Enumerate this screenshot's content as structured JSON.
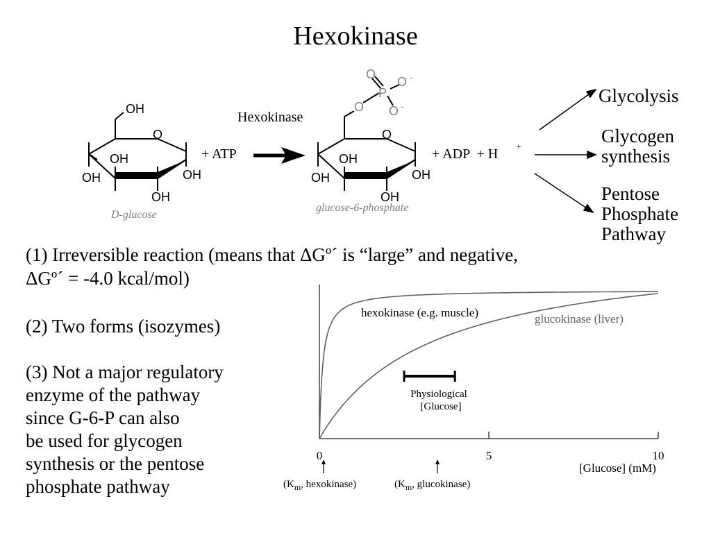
{
  "title": "Hexokinase",
  "reaction": {
    "enzyme": "Hexokinase",
    "reactant": {
      "name": "D-glucose",
      "ch2oh": "OH",
      "ring_o": "O",
      "oh_left": "OH",
      "oh_inner": "OH",
      "oh_bottom": "OH",
      "oh_right": "OH"
    },
    "cosubstrate": "+ ATP",
    "product": {
      "name": "glucose-6-phosphate",
      "ring_o": "O",
      "oh_left": "OH",
      "oh_inner": "OH",
      "oh_bottom": "OH",
      "oh_right": "OH",
      "phosphate": {
        "ester_o": "O",
        "p": "P",
        "o_top": "O",
        "o_right": "O",
        "o_bottom": "O",
        "minus_right": "-",
        "minus_bottom": "-"
      }
    },
    "byproducts": "+ ADP  + H",
    "h_charge": "+"
  },
  "fates": [
    "Glycolysis",
    "Glycogen synthesis",
    "Pentose Phosphate Pathway"
  ],
  "fate_lines": [
    [
      "Glycolysis"
    ],
    [
      "Glycogen",
      "synthesis"
    ],
    [
      "Pentose",
      "Phosphate",
      "Pathway"
    ]
  ],
  "points": {
    "p1_line1": "(1)  Irreversible reaction (means that ΔGº´ is “large” and negative,",
    "p1_line2": "ΔGº´ = -4.0 kcal/mol)",
    "p2": "(2) Two forms (isozymes)",
    "p3_lines": [
      "(3) Not a major regulatory",
      "enzyme of the pathway",
      "since G-6-P can also",
      "be used for glycogen",
      "synthesis or the pentose",
      "phosphate pathway"
    ]
  },
  "chart_data": {
    "type": "line",
    "xlabel": "[Glucose] (mM)",
    "ylabel": "",
    "xlim": [
      0,
      10
    ],
    "x_ticks": [
      "0",
      "5",
      "10"
    ],
    "series": [
      {
        "name": "hexokinase (e.g. muscle)",
        "km": 0.1,
        "vmax": 1.0
      },
      {
        "name": "glucokinase (liver)",
        "km": 3.3,
        "vmax": 1.3
      }
    ],
    "annotations": {
      "physiological_label": [
        "Physiological",
        "[Glucose]"
      ],
      "physiological_range": [
        2.5,
        4
      ],
      "km_hexokinase": "(K<sub>m</sub>, hexokinase)",
      "km_glucokinase": "(K<sub>m</sub>, glucokinase)",
      "km_hexokinase_parts": [
        "(K",
        "m",
        ", hexokinase)"
      ],
      "km_glucokinase_parts": [
        "(K",
        "m",
        ", glucokinase)"
      ]
    }
  },
  "colors": {
    "text": "#000000",
    "structure_label": "#808080",
    "curve": "#606060",
    "axis": "#404040"
  }
}
